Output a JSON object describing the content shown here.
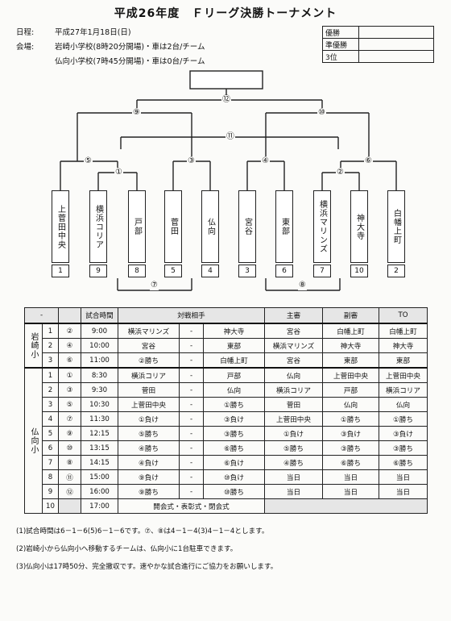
{
  "title": "平成26年度　Ｆリーグ決勝トーナメント",
  "date_label": "日程:",
  "date_value": "平成27年1月18日(日)",
  "venue_label": "会場:",
  "venue_line1": "岩崎小学校(8時20分開場)・車は2台/チーム",
  "venue_line2": "仏向小学校(7時45分開場)・車は0台/チーム",
  "ranking": [
    "優勝",
    "準優勝",
    "3位"
  ],
  "teams": [
    {
      "name": "上菅田中央",
      "no": "1"
    },
    {
      "name": "横浜コリア",
      "no": "9"
    },
    {
      "name": "戸部",
      "no": "8"
    },
    {
      "name": "菅田",
      "no": "5"
    },
    {
      "name": "仏向",
      "no": "4"
    },
    {
      "name": "宮谷",
      "no": "3"
    },
    {
      "name": "東部",
      "no": "6"
    },
    {
      "name": "横浜マリンズ",
      "no": "7"
    },
    {
      "name": "神大寺",
      "no": "10"
    },
    {
      "name": "白幡上町",
      "no": "2"
    }
  ],
  "match_labels": {
    "m1": "①",
    "m2": "②",
    "m3": "③",
    "m4": "④",
    "m5": "⑤",
    "m6": "⑥",
    "m7": "⑦",
    "m8": "⑧",
    "m9": "⑨",
    "m10": "⑩",
    "m11": "⑪",
    "m12": "⑫"
  },
  "schedule": {
    "headers": [
      "-",
      "",
      "試合時間",
      "対戦相手",
      "主審",
      "副審",
      "TO"
    ],
    "venue1": "岩崎小",
    "venue2": "仏向小",
    "dash": "-",
    "rows_v1": [
      {
        "n": "1",
        "m": "②",
        "t": "9:00",
        "a": "横浜マリンズ",
        "b": "神大寺",
        "r": "宮谷",
        "s": "白幡上町",
        "to": "白幡上町"
      },
      {
        "n": "2",
        "m": "④",
        "t": "10:00",
        "a": "宮谷",
        "b": "東部",
        "r": "横浜マリンズ",
        "s": "神大寺",
        "to": "神大寺"
      },
      {
        "n": "3",
        "m": "⑥",
        "t": "11:00",
        "a": "②勝ち",
        "b": "白幡上町",
        "r": "宮谷",
        "s": "東部",
        "to": "東部"
      }
    ],
    "rows_v2": [
      {
        "n": "1",
        "m": "①",
        "t": "8:30",
        "a": "横浜コリア",
        "b": "戸部",
        "r": "仏向",
        "s": "上菅田中央",
        "to": "上菅田中央"
      },
      {
        "n": "2",
        "m": "③",
        "t": "9:30",
        "a": "菅田",
        "b": "仏向",
        "r": "横浜コリア",
        "s": "戸部",
        "to": "横浜コリア"
      },
      {
        "n": "3",
        "m": "⑤",
        "t": "10:30",
        "a": "上菅田中央",
        "b": "①勝ち",
        "r": "菅田",
        "s": "仏向",
        "to": "仏向"
      },
      {
        "n": "4",
        "m": "⑦",
        "t": "11:30",
        "a": "①負け",
        "b": "③負け",
        "r": "上菅田中央",
        "s": "①勝ち",
        "to": "①勝ち"
      },
      {
        "n": "5",
        "m": "⑨",
        "t": "12:15",
        "a": "⑤勝ち",
        "b": "③勝ち",
        "r": "①負け",
        "s": "③負け",
        "to": "③負け"
      },
      {
        "n": "6",
        "m": "⑩",
        "t": "13:15",
        "a": "④勝ち",
        "b": "⑥勝ち",
        "r": "⑤勝ち",
        "s": "③勝ち",
        "to": "③勝ち"
      },
      {
        "n": "7",
        "m": "⑧",
        "t": "14:15",
        "a": "④負け",
        "b": "⑥負け",
        "r": "④勝ち",
        "s": "⑥勝ち",
        "to": "⑥勝ち"
      },
      {
        "n": "8",
        "m": "⑪",
        "t": "15:00",
        "a": "⑨負け",
        "b": "⑩負け",
        "r": "当日",
        "s": "当日",
        "to": "当日"
      },
      {
        "n": "9",
        "m": "⑫",
        "t": "16:00",
        "a": "⑨勝ち",
        "b": "⑩勝ち",
        "r": "当日",
        "s": "当日",
        "to": "当日"
      }
    ],
    "row_last": {
      "n": "10",
      "t": "17:00",
      "event": "開会式・表彰式・閉会式"
    }
  },
  "notes": [
    "(1)試合時間は6－1－6(5)6－1－6です。⑦、⑧は4－1－4(3)4－1－4とします。",
    "(2)岩崎小から仏向小へ移動するチームは、仏向小に1台駐車できます。",
    "(3)仏向小は17時50分、完全撤収です。速やかな試合進行にご協力をお願いします。"
  ]
}
